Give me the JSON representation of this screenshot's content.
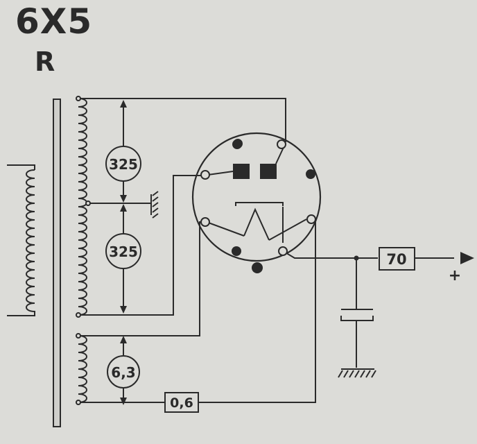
{
  "title": "6X5",
  "subtitle": "R",
  "labels": {
    "v_upper": "325",
    "v_lower": "325",
    "v_heater": "6,3",
    "resistor_heater": "0,6",
    "resistor_out": "70",
    "plus": "+"
  },
  "colors": {
    "background": "#dcdcd8",
    "ink": "#2a2a2a"
  }
}
